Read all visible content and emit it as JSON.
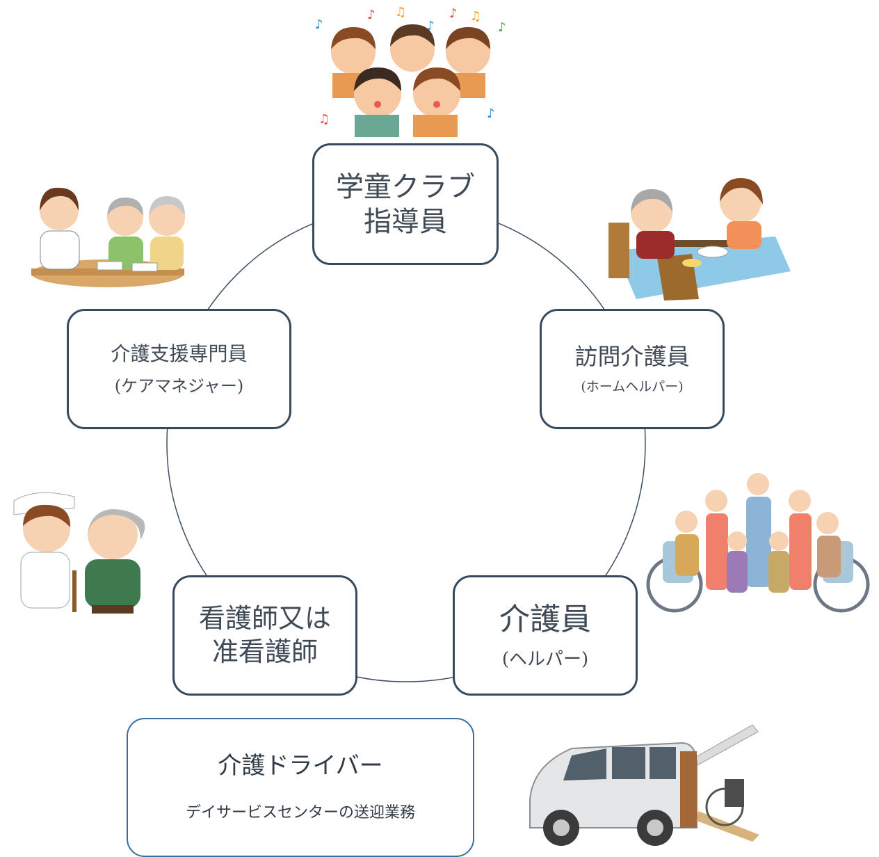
{
  "colors": {
    "box_border": "#354a5f",
    "circle_line": "#3b4e62",
    "text": "#3f4a56",
    "driver_border": "#3a6e9e"
  },
  "roles": {
    "child_club": {
      "line1": "学童クラブ",
      "line2": "指導員"
    },
    "home_helper": {
      "title": "訪問介護員",
      "sub": "(ホームヘルパー)"
    },
    "caregiver": {
      "title": "介護員",
      "sub": "(ヘルパー)"
    },
    "nurse": {
      "line1": "看護師又は",
      "line2": "准看護師"
    },
    "care_manager": {
      "title": "介護支援専門員",
      "sub": "(ケアマネジャー)"
    }
  },
  "driver": {
    "title": "介護ドライバー",
    "sub": "デイサービスセンターの送迎業務"
  },
  "illustrations": [
    "children-choir-illustration",
    "meal-assistance-illustration",
    "caregivers-group-illustration",
    "nurse-elderly-illustration",
    "care-consultation-illustration",
    "wheelchair-van-illustration"
  ]
}
